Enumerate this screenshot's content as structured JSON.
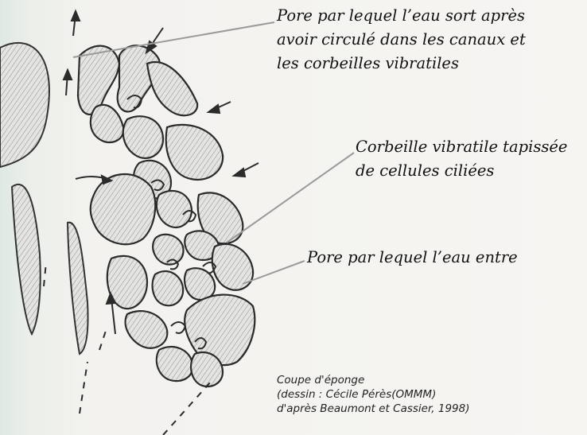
{
  "labels": {
    "pore_out": [
      "Pore par lequel l’eau sort après",
      "avoir circulé dans les canaux et",
      "les corbeilles vibratiles"
    ],
    "basket": [
      "Corbeille vibratile tapissée",
      "de cellules ciliées"
    ],
    "pore_in": "Pore par lequel l’eau entre"
  },
  "caption": [
    "Coupe d'éponge",
    "(dessin : Cécile Pérès(OMMM)",
    "d'après Beaumont et Cassier, 1998)"
  ],
  "colors": {
    "ink": "#2b2b2b",
    "hatch": "#8a8a8a",
    "fill": "#d9d9d9",
    "leader": "#9a9a9a"
  }
}
